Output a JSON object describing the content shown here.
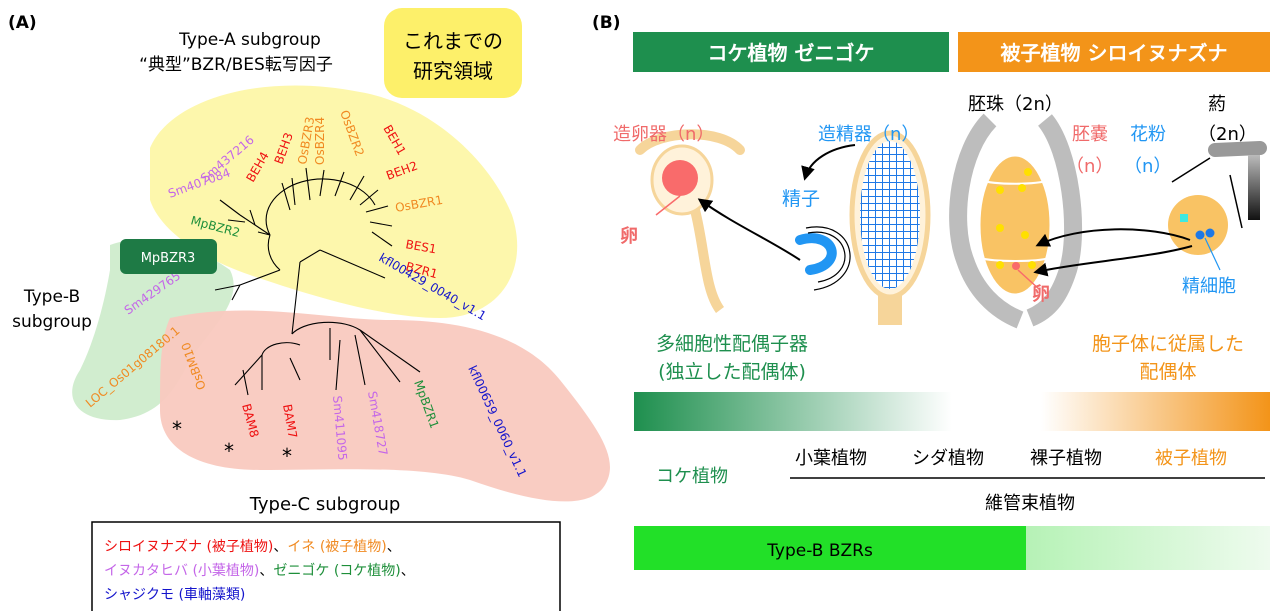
{
  "panel_a": {
    "label": "(A)",
    "type_a_title_1": "Type-A subgroup",
    "type_a_title_2": "“典型”BZR/BES転写因子",
    "research_box_line1": "これまでの",
    "research_box_line2": "研究領域",
    "type_b_title_1": "Type-B",
    "type_b_title_2": "subgroup",
    "type_c_title": "Type-C subgroup",
    "genes": {
      "sm437216": "Sm437216",
      "sm407084": "Sm407084",
      "beh4": "BEH4",
      "beh3": "BEH3",
      "osbzr3": "OsBZR3",
      "osbzr4": "OsBZR4",
      "osbzr2": "OsBZR2",
      "beh1": "BEH1",
      "beh2": "BEH2",
      "osbzr1": "OsBZR1",
      "bes1": "BES1",
      "bzr1": "BZR1",
      "mpbzr2": "MpBZR2",
      "mpbzr3": "MpBZR3",
      "sm429765": "Sm429765",
      "loc_os01": "LOC_Os01g08180.1",
      "kfl429": "kfl00429_0040_v1.1",
      "osbam10": "OsBM10",
      "bam8": "BAM8",
      "bam7": "BAM7",
      "sm411095": "Sm411095",
      "sm418727": "Sm418727",
      "mpbzr1": "MpBZR1",
      "kfl659": "kfl00659_0060_v1.1"
    },
    "asterisk": "*",
    "legend": {
      "line1_a": "シロイヌナズナ (被子植物)",
      "line1_sep": "、",
      "line1_b": "イネ (被子植物)",
      "line1_end": "、",
      "line2_a": "イヌカタヒバ (小葉植物)",
      "line2_sep": "、",
      "line2_b": "ゼニゴケ (コケ植物)",
      "line2_end": "、",
      "line3": "シャジクモ (車軸藻類)"
    }
  },
  "panel_b": {
    "label": "(B)",
    "header_left": "コケ植物 ゼニゴケ",
    "header_right": "被子植物 シロイヌナズナ",
    "archegonium": "造卵器（n）",
    "antheridium": "造精器（n）",
    "sperm": "精子",
    "egg_left": "卵",
    "ovule": "胚珠（2n）",
    "anther_1": "葯",
    "anther_2": "（2n）",
    "embryo_sac_1": "胚嚢",
    "embryo_sac_2": "（n）",
    "pollen_1": "花粉",
    "pollen_2": "（n）",
    "sperm_cell": "精細胞",
    "egg_right": "卵",
    "left_caption_1": "多細胞性配偶子器",
    "left_caption_2": "(独立した配偶体)",
    "right_caption_1": "胞子体に従属した",
    "right_caption_2": "配偶体",
    "moss": "コケ植物",
    "lycophyte": "小葉植物",
    "fern": "シダ植物",
    "gymnosperm": "裸子植物",
    "angiosperm": "被子植物",
    "vascular": "維管束植物",
    "typeb_bar": "Type-B BZRs"
  },
  "colors": {
    "arabidopsis": "#ee1111",
    "rice": "#f08a22",
    "selaginella": "#c466e8",
    "marchantia": "#1e8f3a",
    "chara": "#1414cc",
    "moss_green": "#1e8f4e",
    "angio_orange": "#f39419",
    "typeb_green": "#22e028",
    "blue_label": "#2196f3",
    "pink_label": "#f06a6a"
  }
}
